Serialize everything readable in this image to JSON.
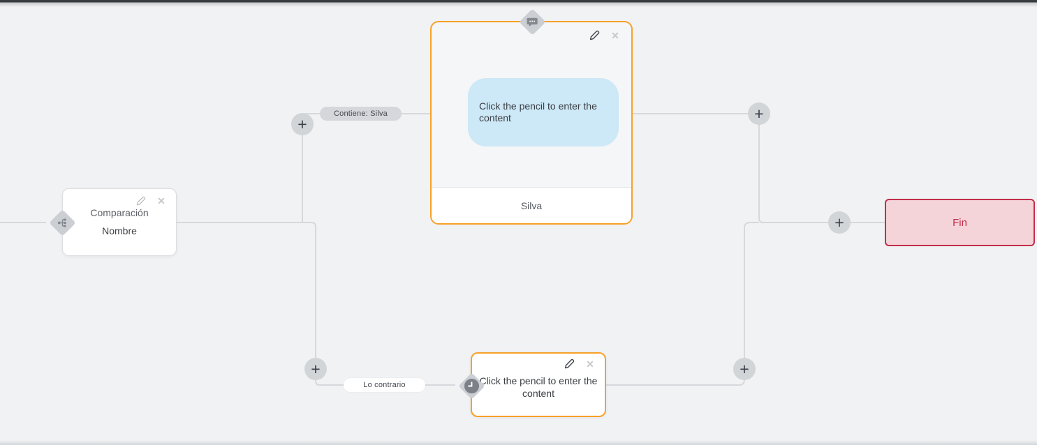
{
  "icons": {
    "add": "+",
    "close": "✕"
  },
  "colors": {
    "accent_orange": "#f8a127",
    "accent_red": "#c22e4a",
    "edge_gray": "#d6d8db",
    "bubble_blue": "#cde8f6",
    "end_node_bg": "#f5d4d9",
    "diamond_gray": "#cbced3"
  },
  "condition_node": {
    "line1": "Comparación",
    "line2": "Nombre"
  },
  "message_node": {
    "bubble_text": "Click the pencil to enter the content",
    "footer_label": "Silva"
  },
  "wait_node": {
    "text": "Click the pencil to enter the content"
  },
  "end_node": {
    "label": "Fin"
  },
  "edge_labels": {
    "true_branch": "Contiene: Silva",
    "false_branch": "Lo contrario"
  }
}
